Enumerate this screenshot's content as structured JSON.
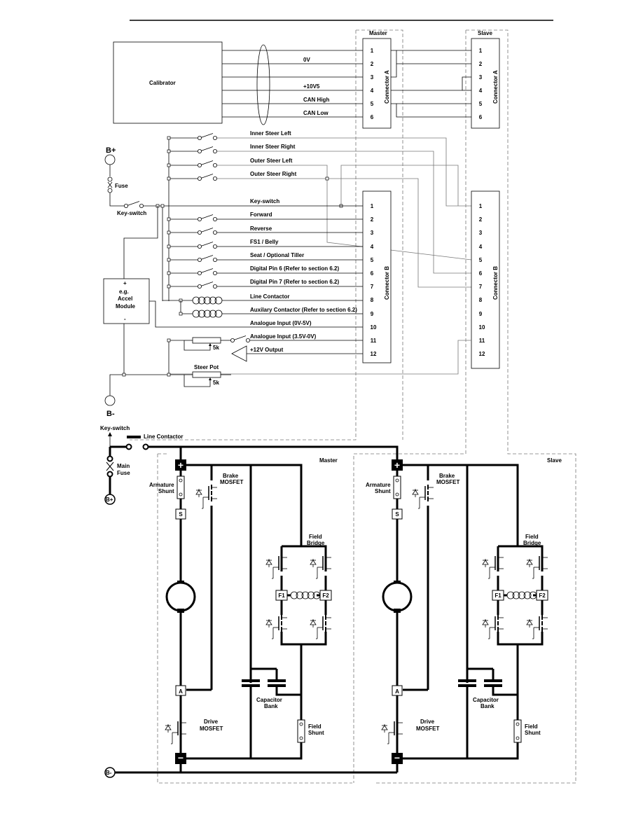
{
  "labels": {
    "master": "Master",
    "slave": "Slave",
    "connector_a": "Connector A",
    "connector_b": "Connector B",
    "calibrator": "Calibrator",
    "b_plus": "B+",
    "b_minus": "B-",
    "fuse": "Fuse",
    "key_switch": "Key-switch",
    "accel_plus": "+",
    "accel_minus": "-",
    "accel_line1": "e.g.",
    "accel_line2": "Accel",
    "accel_line3": "Module",
    "pot_5k": "5k",
    "steer_pot": "Steer Pot",
    "line_contactor_legend": "Line Contactor",
    "key_switch_arrow": "Key-switch",
    "main_fuse_1": "Main",
    "main_fuse_2": "Fuse",
    "b_plus_small": "B+",
    "b_minus_small": "B-"
  },
  "connector_a_pins": [
    "1",
    "2",
    "3",
    "4",
    "5",
    "6"
  ],
  "connector_b_pins": [
    "1",
    "2",
    "3",
    "4",
    "5",
    "6",
    "7",
    "8",
    "9",
    "10",
    "11",
    "12"
  ],
  "connector_a_signals": [
    "",
    "0V",
    "",
    "+10V5",
    "CAN High",
    "CAN Low"
  ],
  "steer_switches": [
    "Inner Steer Left",
    "Inner Steer Right",
    "Outer Steer Left",
    "Outer Steer Right"
  ],
  "connector_b_signals": [
    "Key-switch",
    "Forward",
    "Reverse",
    "FS1 / Belly",
    "Seat / Optional Tiller",
    "Digital Pin 6 (Refer to section 6.2)",
    "Digital Pin 7 (Refer to section 6.2)",
    "Line Contactor",
    "Auxilary Contactor (Refer to section 6.2)",
    "Analogue Input (0V-5V)",
    "Analogue Input (3.5V-0V)",
    "+12V Output"
  ],
  "power_labels": {
    "master": "Master",
    "slave": "Slave",
    "plus": "+",
    "minus": "−",
    "armature_shunt_1": "Armature",
    "armature_shunt_2": "Shunt",
    "brake_mosfet_1": "Brake",
    "brake_mosfet_2": "MOSFET",
    "s": "S",
    "a": "A",
    "field_bridge_1": "Field",
    "field_bridge_2": "Bridge",
    "f1": "F1",
    "f2": "F2",
    "capacitor_bank_1": "Capacitor",
    "capacitor_bank_2": "Bank",
    "drive_mosfet_1": "Drive",
    "drive_mosfet_2": "MOSFET",
    "field_shunt_1": "Field",
    "field_shunt_2": "Shunt"
  }
}
